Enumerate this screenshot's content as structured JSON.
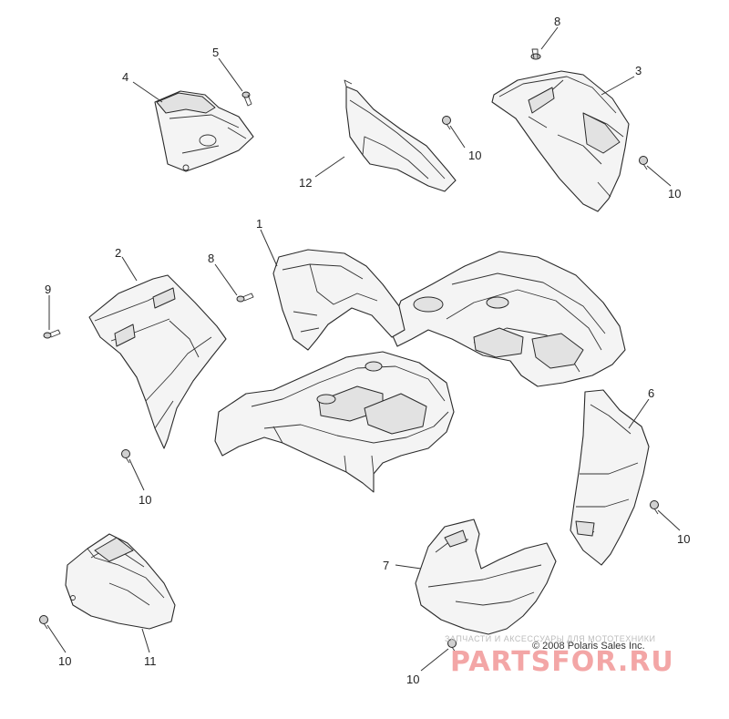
{
  "callouts": {
    "c1": "1",
    "c2": "2",
    "c3": "3",
    "c4": "4",
    "c5": "5",
    "c6": "6",
    "c7": "7",
    "c8a": "8",
    "c8b": "8",
    "c9": "9",
    "c10a": "10",
    "c10b": "10",
    "c10c": "10",
    "c10d": "10",
    "c10e": "10",
    "c10f": "10",
    "c11": "11",
    "c12": "12"
  },
  "copyright": "© 2008 Polaris Sales Inc.",
  "watermark": {
    "small": "ЗАПЧАСТИ И АКСЕССУАРЫ ДЛЯ МОТОТЕХНИКИ",
    "brand": "PARTSFOR.RU"
  },
  "colors": {
    "line": "#2a2a2a",
    "watermark_brand": "#f3a6a6"
  }
}
